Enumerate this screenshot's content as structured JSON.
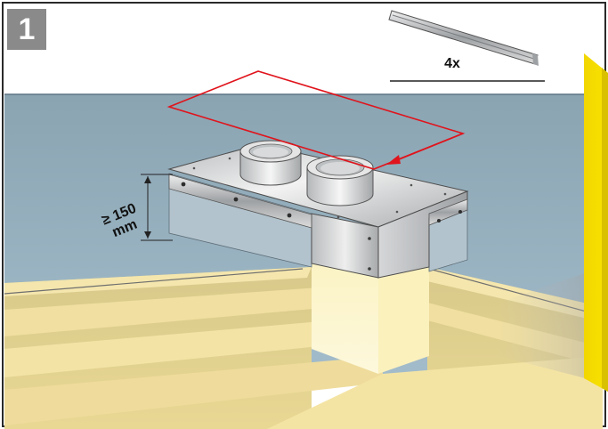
{
  "step": {
    "number": "1"
  },
  "parts": {
    "quantity": "4x",
    "icon": "mounting-rail-icon"
  },
  "dimension": {
    "symbol_value": "≥ 150",
    "unit": "mm"
  },
  "colors": {
    "wall": "#8fa9b7",
    "insulation": "#f3e3a6",
    "box_metal": "#d4d4d4",
    "marker_line": "#e0141c",
    "yellow_panel": "#f4dc00",
    "badge": "#8a8a8a"
  }
}
